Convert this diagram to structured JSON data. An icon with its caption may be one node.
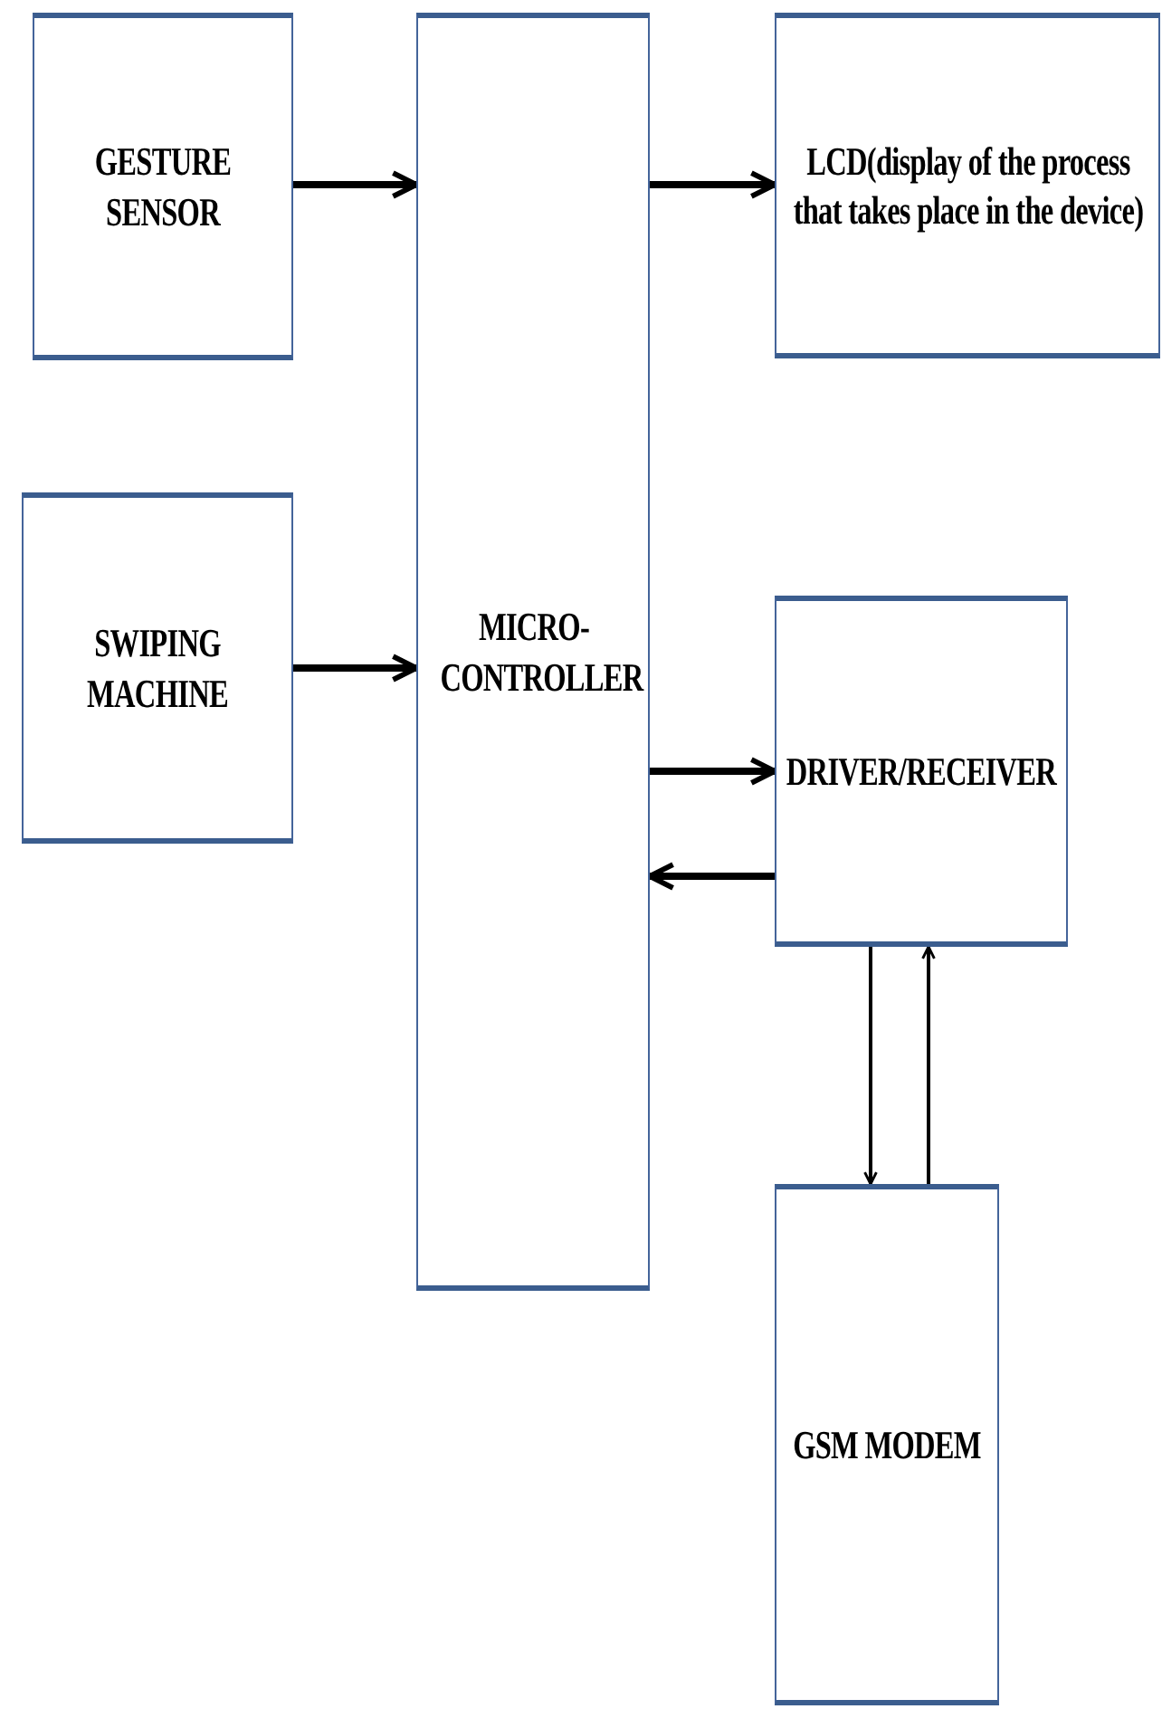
{
  "diagram": {
    "nodes": [
      {
        "text": [
          "GESTURE SENSOR"
        ]
      },
      {
        "text": [
          "SWIPING MACHINE"
        ]
      },
      {
        "text": [
          "MICRO-CONTROLLER"
        ]
      },
      {
        "text": [
          "LCD(display of the process that takes place in the device)"
        ]
      },
      {
        "text": [
          "DRIVER/RECEIVER"
        ]
      },
      {
        "text": [
          "GSM MODEM"
        ]
      }
    ],
    "edges": [
      {
        "from": 0,
        "to": 2,
        "arrow": "to"
      },
      {
        "from": 1,
        "to": 2,
        "arrow": "to"
      },
      {
        "from": 2,
        "to": 3,
        "arrow": "to"
      },
      {
        "from": 2,
        "to": 4,
        "arrow": "to"
      },
      {
        "from": 4,
        "to": 2,
        "arrow": "to"
      },
      {
        "from": 4,
        "to": 5,
        "arrow": "to"
      },
      {
        "from": 5,
        "to": 4,
        "arrow": "to"
      }
    ]
  }
}
